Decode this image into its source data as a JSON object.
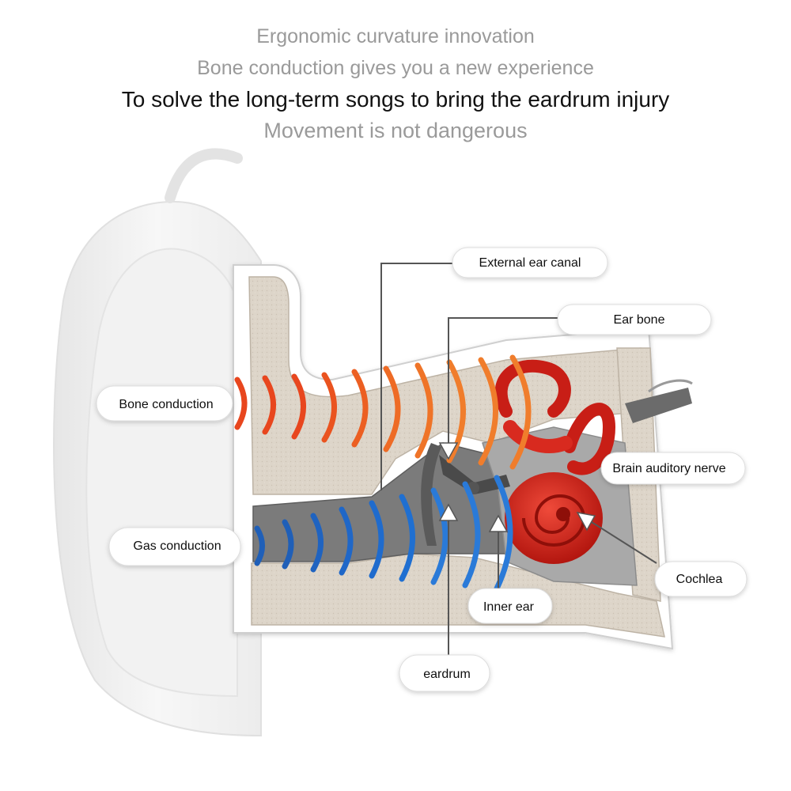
{
  "headlines": {
    "line1": "Ergonomic curvature innovation",
    "line2": "Bone conduction gives you a new experience",
    "line3": "To solve the long-term songs to bring the eardrum injury",
    "line4": "Movement is not dangerous"
  },
  "labels": {
    "external_ear_canal": "External ear canal",
    "ear_bone": "Ear bone",
    "bone_conduction": "Bone conduction",
    "brain_auditory_nerve": "Brain auditory nerve",
    "gas_conduction": "Gas conduction",
    "cochlea": "Cochlea",
    "inner_ear": "Inner ear",
    "eardrum": "eardrum"
  },
  "colors": {
    "bone_wave": "#e8461e",
    "bone_wave_alt": "#f07d2c",
    "gas_wave": "#1f6fd1",
    "cochlea": "#d8271e",
    "tissue": "#dcd4c8",
    "canal": "#777777"
  }
}
